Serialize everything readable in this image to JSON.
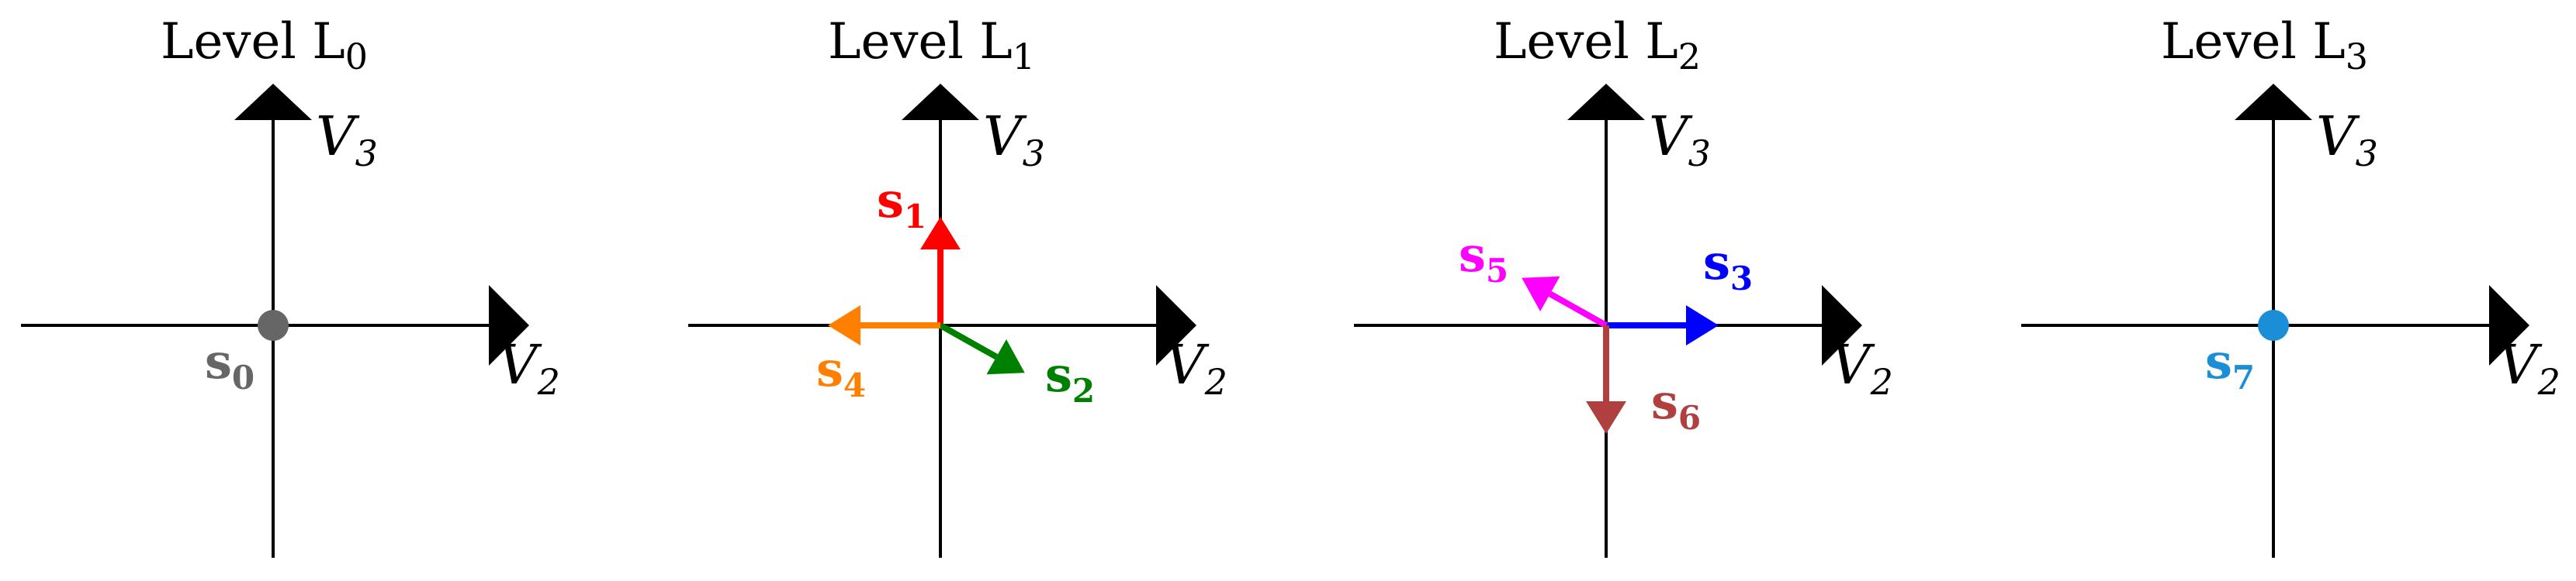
{
  "panels": [
    {
      "title": "Level L",
      "title_sub": "0",
      "axes": {
        "h_label": "V",
        "h_sub": "2",
        "v_label": "V",
        "v_sub": "3"
      },
      "vectors": [],
      "points": [
        {
          "label": "s",
          "sub": "0",
          "color": "#666666"
        }
      ]
    },
    {
      "title": "Level L",
      "title_sub": "1",
      "axes": {
        "h_label": "V",
        "h_sub": "2",
        "v_label": "V",
        "v_sub": "3"
      },
      "vectors": [
        {
          "label": "s",
          "sub": "1",
          "color": "#ff0000",
          "direction": "up"
        },
        {
          "label": "s",
          "sub": "2",
          "color": "#008000",
          "direction": "down-right"
        },
        {
          "label": "s",
          "sub": "4",
          "color": "#ff8000",
          "direction": "left"
        }
      ],
      "points": []
    },
    {
      "title": "Level L",
      "title_sub": "2",
      "axes": {
        "h_label": "V",
        "h_sub": "2",
        "v_label": "V",
        "v_sub": "3"
      },
      "vectors": [
        {
          "label": "s",
          "sub": "3",
          "color": "#0000ff",
          "direction": "right"
        },
        {
          "label": "s",
          "sub": "5",
          "color": "#ff00ff",
          "direction": "up-left"
        },
        {
          "label": "s",
          "sub": "6",
          "color": "#b04040",
          "direction": "down"
        }
      ],
      "points": []
    },
    {
      "title": "Level L",
      "title_sub": "3",
      "axes": {
        "h_label": "V",
        "h_sub": "2",
        "v_label": "V",
        "v_sub": "3"
      },
      "vectors": [],
      "points": [
        {
          "label": "s",
          "sub": "7",
          "color": "#1a8ed6"
        }
      ]
    }
  ]
}
